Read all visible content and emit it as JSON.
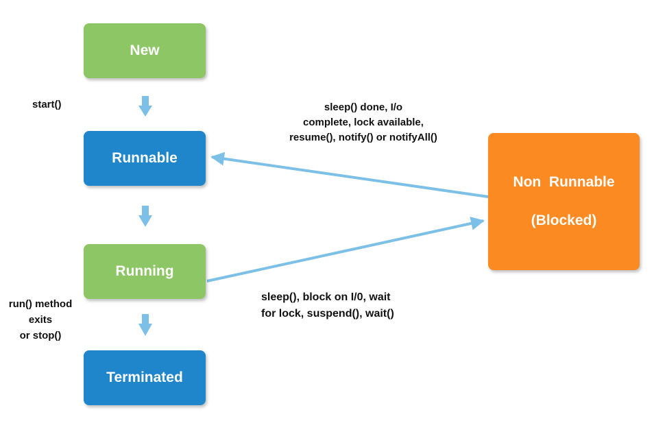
{
  "states": {
    "new": "New",
    "runnable": "Runnable",
    "running": "Running",
    "terminated": "Terminated",
    "non_runnable_line1": "Non  Runnable",
    "non_runnable_line2": "(Blocked)"
  },
  "transitions": {
    "start": "start()",
    "unblock_line1": "sleep() done, I/o",
    "unblock_line2": "complete, lock available,",
    "unblock_line3": "resume(), notify() or notifyAll()",
    "block_line1": "sleep(), block on I/0, wait",
    "block_line2": "for lock, suspend(), wait()",
    "exit_line1": "run() method",
    "exit_line2": "exits",
    "exit_line3": "or stop()"
  },
  "colors": {
    "green": "#8cc665",
    "blue": "#1f86cc",
    "orange": "#fb8a22",
    "arrow": "#7cc0e8"
  }
}
